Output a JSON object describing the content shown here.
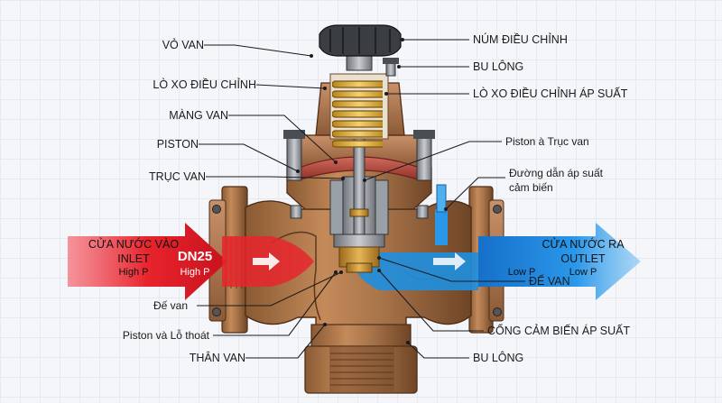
{
  "labels": {
    "vo_van": "VỎ VAN",
    "lo_xo_dieu_chinh": "LÒ XO ĐIỀU CHỈNH",
    "mang_van": "MÀNG VAN",
    "piston": "PISTON",
    "truc_van": "TRỤC VAN",
    "de_van_left": "Đế van",
    "piston_lo_thoat": "Piston và Lỗ thoát",
    "than_van": "THÂN VAN",
    "num_dieu_chinh": "NÚM ĐIỀU CHỈNH",
    "bu_long_top": "BU LÔNG",
    "lo_xo_dieu_chinh_ap_suat": "LÒ XO ĐIỀU CHỈNH ÁP SUẤT",
    "piston_truc_van": "Piston à Trục van",
    "duong_dan_1": "Đường dẫn áp suất",
    "duong_dan_2": "cảm biến",
    "de_van_right": "ĐẾ VAN",
    "cong_cam_bien": "CỔNG CẢM BIẾN ÁP SUẤT",
    "bu_long_bottom": "BU LÔNG"
  },
  "inlet": {
    "line1": "CỬA NƯỚC VÀO",
    "line2": "INLET",
    "line3": "High P",
    "size": "DN25",
    "pressure": "High P"
  },
  "outlet": {
    "line1": "CỬA NƯỚC RA",
    "line2": "OUTLET",
    "line3": "Low P",
    "pressure": "Low P"
  },
  "colors": {
    "inlet": "#e8242d",
    "outlet": "#1e8fe0",
    "brass": "#c8902f",
    "spring": "#e6b93a",
    "diaphragm": "#b8493e",
    "knob": "#3a3d42"
  }
}
